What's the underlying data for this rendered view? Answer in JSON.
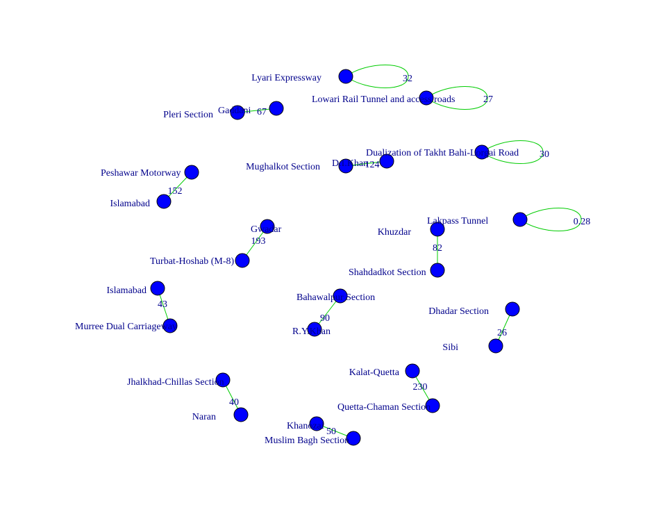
{
  "colors": {
    "node_fill": "#0000ff",
    "node_stroke": "#000000",
    "label": "#00008b",
    "edge": "#00cc00"
  },
  "graph": {
    "nodes": [
      {
        "id": "n1",
        "label": "Lyari Expressway"
      },
      {
        "id": "n2",
        "label": "Lowari Rail Tunnel and access roads"
      },
      {
        "id": "n3",
        "label": "Pleri Section"
      },
      {
        "id": "n4",
        "label": "Gaddani"
      },
      {
        "id": "n5",
        "label": "Dualization of Takht Bahi-Lorgai Road"
      },
      {
        "id": "n6",
        "label": "D.I.Khan"
      },
      {
        "id": "n7",
        "label": "Mughalkot Section"
      },
      {
        "id": "n8",
        "label": "Peshawar Motorway"
      },
      {
        "id": "n9",
        "label": "Islamabad"
      },
      {
        "id": "n10",
        "label": "Lakpass Tunnel"
      },
      {
        "id": "n11",
        "label": "Gwadar"
      },
      {
        "id": "n12",
        "label": "Turbat-Hoshab (M-8)"
      },
      {
        "id": "n13",
        "label": "Khuzdar"
      },
      {
        "id": "n14",
        "label": "Shahdadkot Section"
      },
      {
        "id": "n15",
        "label": "Islamabad"
      },
      {
        "id": "n16",
        "label": "Murree Dual Carriageway"
      },
      {
        "id": "n17",
        "label": "Bahawalpur Section"
      },
      {
        "id": "n18",
        "label": "R.Y.Khan"
      },
      {
        "id": "n19",
        "label": "Dhadar Section"
      },
      {
        "id": "n20",
        "label": "Sibi"
      },
      {
        "id": "n21",
        "label": "Kalat-Quetta"
      },
      {
        "id": "n22",
        "label": "Quetta-Chaman Section"
      },
      {
        "id": "n23",
        "label": "Jhalkhad-Chillas Section"
      },
      {
        "id": "n24",
        "label": "Naran"
      },
      {
        "id": "n25",
        "label": "Khanozai"
      },
      {
        "id": "n26",
        "label": "Muslim Bagh Section"
      }
    ],
    "edges": [
      {
        "source": "n1",
        "target": "n1",
        "weight": "32"
      },
      {
        "source": "n2",
        "target": "n2",
        "weight": "27"
      },
      {
        "source": "n4",
        "target": "n3",
        "weight": "67"
      },
      {
        "source": "n5",
        "target": "n5",
        "weight": "30"
      },
      {
        "source": "n7",
        "target": "n6",
        "weight": "124"
      },
      {
        "source": "n8",
        "target": "n9",
        "weight": "152"
      },
      {
        "source": "n10",
        "target": "n10",
        "weight": "0.28"
      },
      {
        "source": "n11",
        "target": "n12",
        "weight": "193"
      },
      {
        "source": "n13",
        "target": "n14",
        "weight": "82"
      },
      {
        "source": "n15",
        "target": "n16",
        "weight": "43"
      },
      {
        "source": "n17",
        "target": "n18",
        "weight": "90"
      },
      {
        "source": "n19",
        "target": "n20",
        "weight": "26"
      },
      {
        "source": "n21",
        "target": "n22",
        "weight": "230"
      },
      {
        "source": "n23",
        "target": "n24",
        "weight": "40"
      },
      {
        "source": "n25",
        "target": "n26",
        "weight": "50"
      }
    ]
  }
}
